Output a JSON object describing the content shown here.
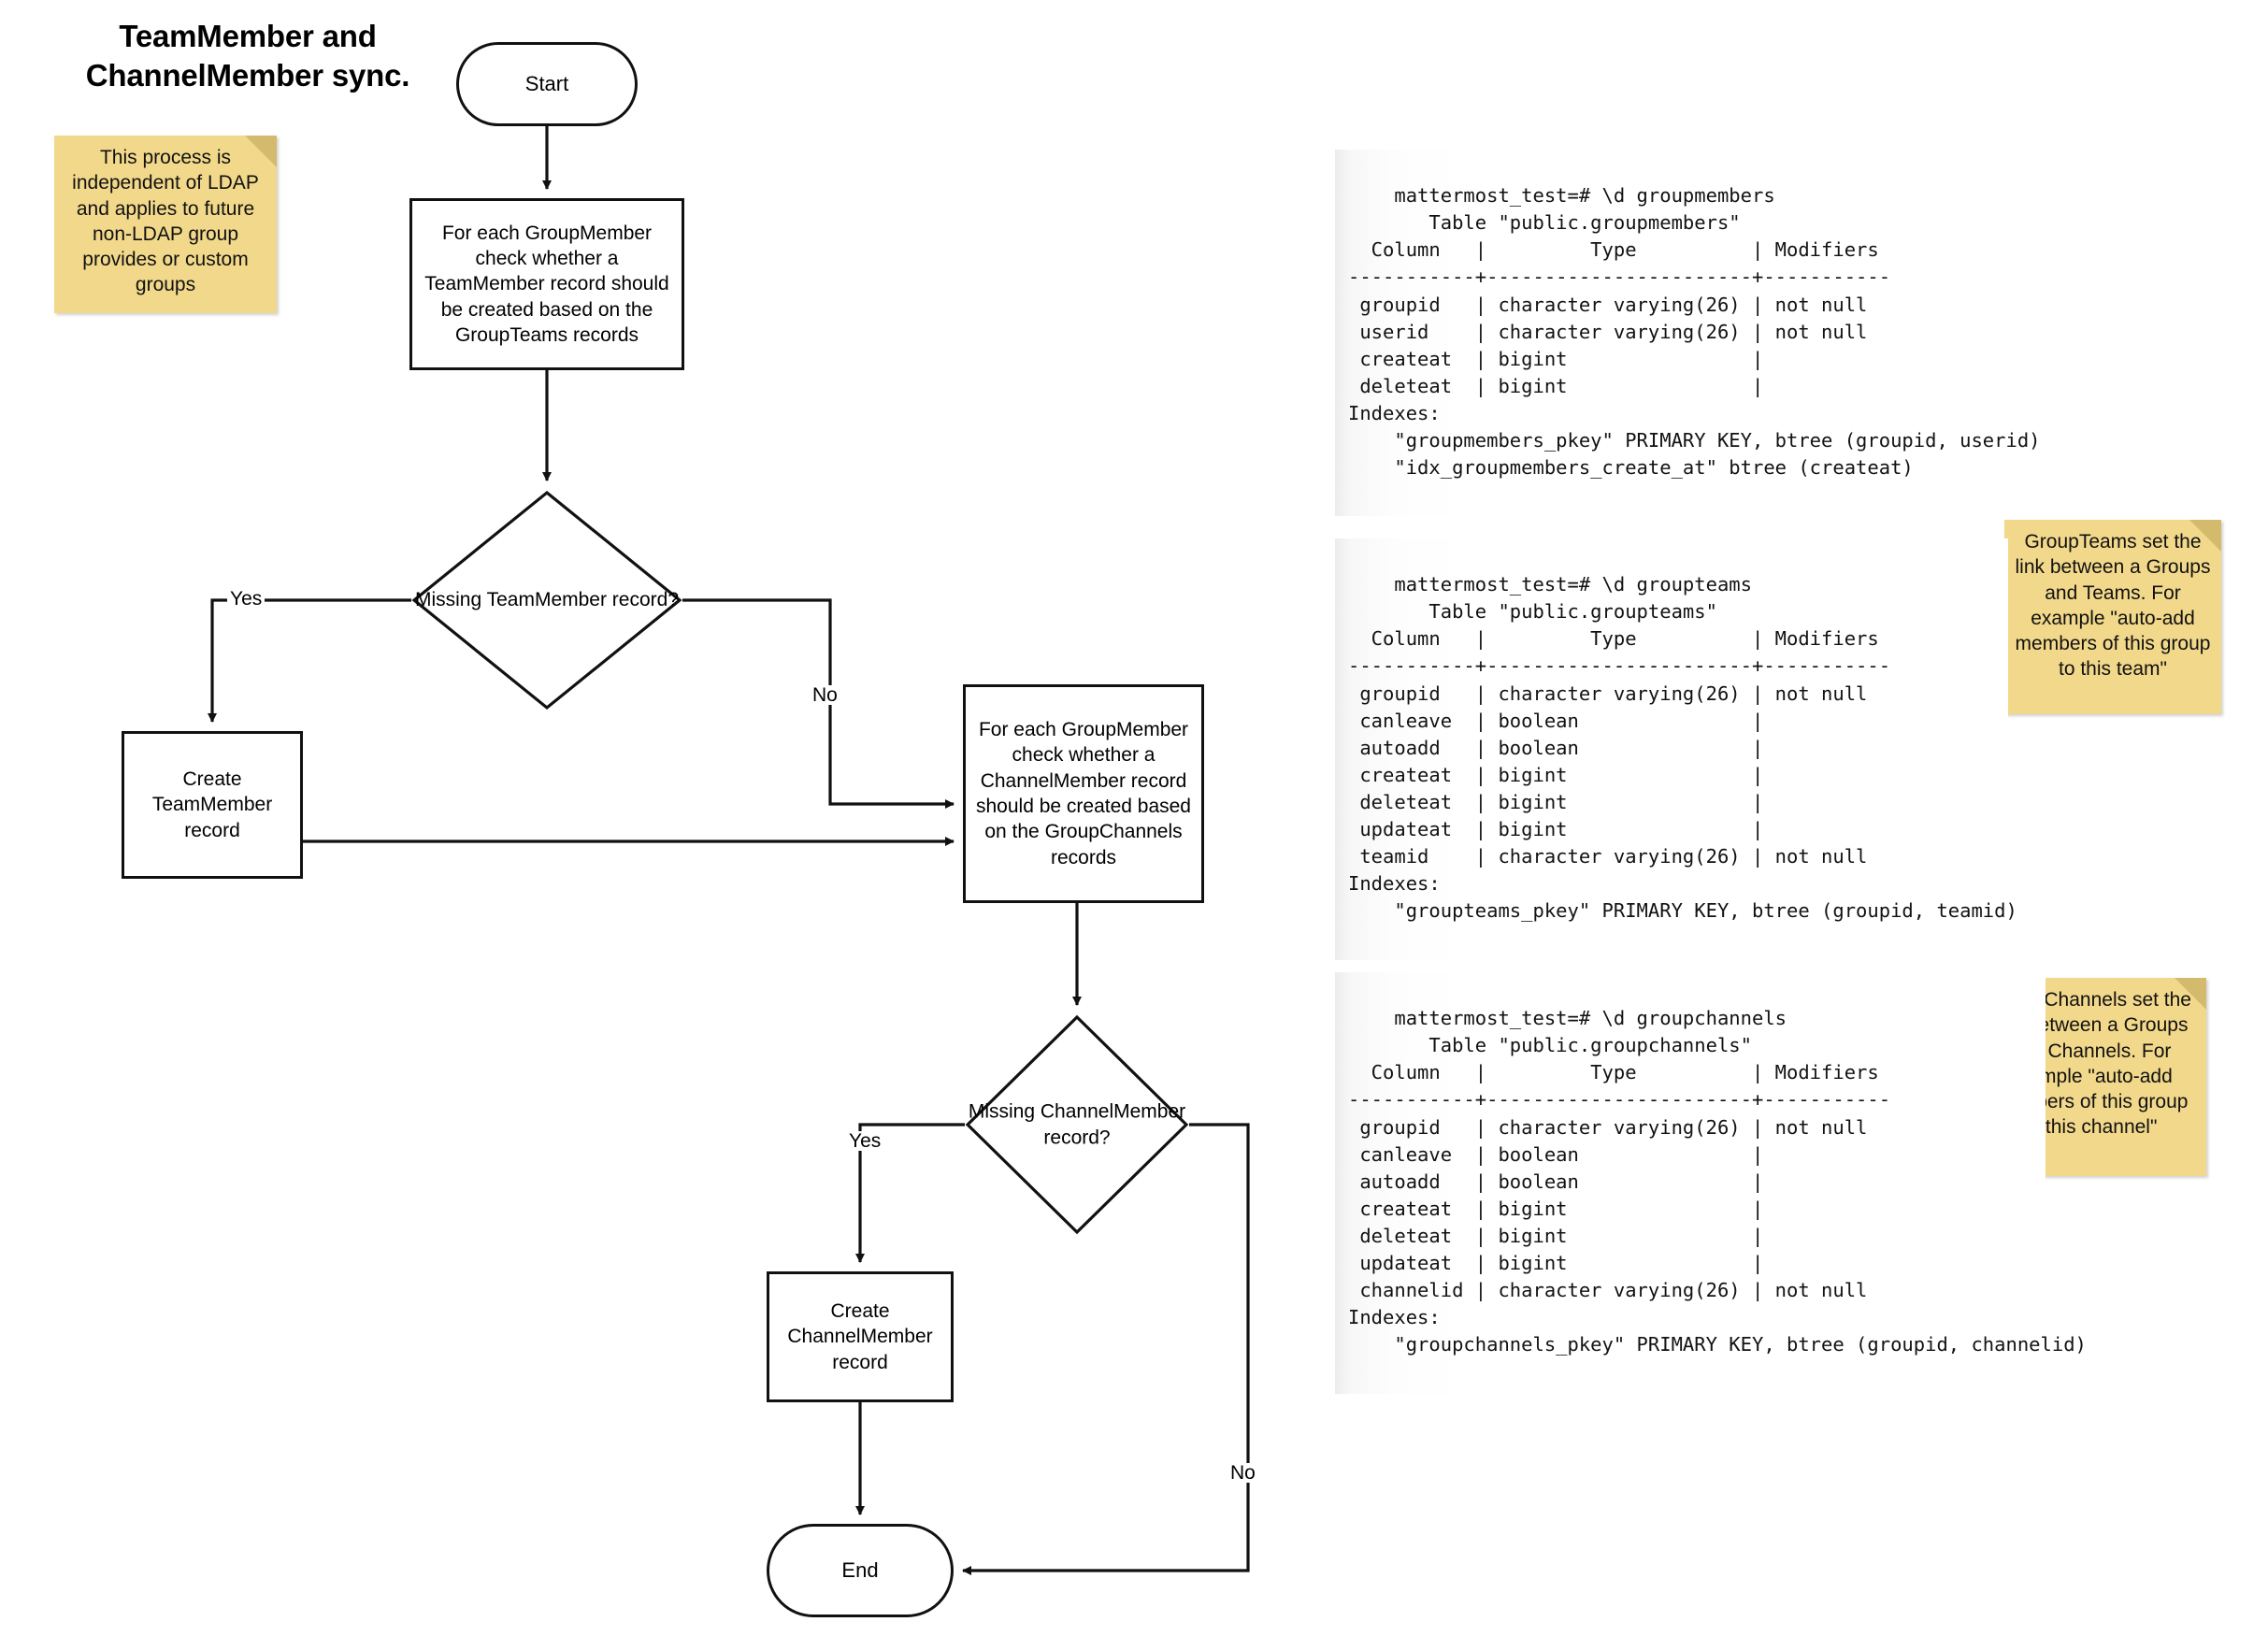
{
  "title": "TeamMember and ChannelMember sync.",
  "notes": [
    {
      "id": "ldap-note",
      "text": "This process is independent of LDAP and applies to future non-LDAP group provides or custom groups"
    },
    {
      "id": "groupteams-note",
      "text": "GroupTeams set the link between a Groups and Teams. For example \"auto-add members of this group to this team\""
    },
    {
      "id": "groupchannels-note",
      "text": "GroupChannels set the link between a Groups and Channels. For example \"auto-add members of this group to this channel\""
    }
  ],
  "flow": {
    "start": "Start",
    "process_teammember": "For each GroupMember check whether a TeamMember record should be created based on the GroupTeams records",
    "decision_teammember": "Missing TeamMember record?",
    "create_teammember": "Create TeamMember record",
    "process_channelmember": "For each GroupMember check whether a ChannelMember record should be created based on the GroupChannels records",
    "decision_channelmember": "Missing ChannelMember record?",
    "create_channelmember": "Create ChannelMember record",
    "end": "End",
    "labels": {
      "yes1": "Yes",
      "no1": "No",
      "yes2": "Yes",
      "no2": "No"
    }
  },
  "terminals": [
    {
      "id": "groupmembers",
      "prompt": "mattermost_test=# \\d groupmembers",
      "text": "mattermost_test=# \\d groupmembers\n       Table \"public.groupmembers\"\n  Column   |         Type          | Modifiers \n-----------+-----------------------+-----------\n groupid   | character varying(26) | not null\n userid    | character varying(26) | not null\n createat  | bigint                |\n deleteat  | bigint                |\nIndexes:\n    \"groupmembers_pkey\" PRIMARY KEY, btree (groupid, userid)\n    \"idx_groupmembers_create_at\" btree (createat)"
    },
    {
      "id": "groupteams",
      "prompt": "mattermost_test=# \\d groupteams",
      "text": "mattermost_test=# \\d groupteams\n       Table \"public.groupteams\"\n  Column   |         Type          | Modifiers \n-----------+-----------------------+-----------\n groupid   | character varying(26) | not null\n canleave  | boolean               |\n autoadd   | boolean               |\n createat  | bigint                |\n deleteat  | bigint                |\n updateat  | bigint                |\n teamid    | character varying(26) | not null\nIndexes:\n    \"groupteams_pkey\" PRIMARY KEY, btree (groupid, teamid)"
    },
    {
      "id": "groupchannels",
      "prompt": "mattermost_test=# \\d groupchannels",
      "text": "mattermost_test=# \\d groupchannels\n       Table \"public.groupchannels\"\n  Column   |         Type          | Modifiers \n-----------+-----------------------+-----------\n groupid   | character varying(26) | not null\n canleave  | boolean               |\n autoadd   | boolean               |\n createat  | bigint                |\n deleteat  | bigint                |\n updateat  | bigint                |\n channelid | character varying(26) | not null\nIndexes:\n    \"groupchannels_pkey\" PRIMARY KEY, btree (groupid, channelid)"
    }
  ],
  "colors": {
    "note_bg": "#f2d88a",
    "note_fold": "#d4ba6d",
    "stroke": "#111111",
    "terminal_bg": "#ffffff"
  }
}
